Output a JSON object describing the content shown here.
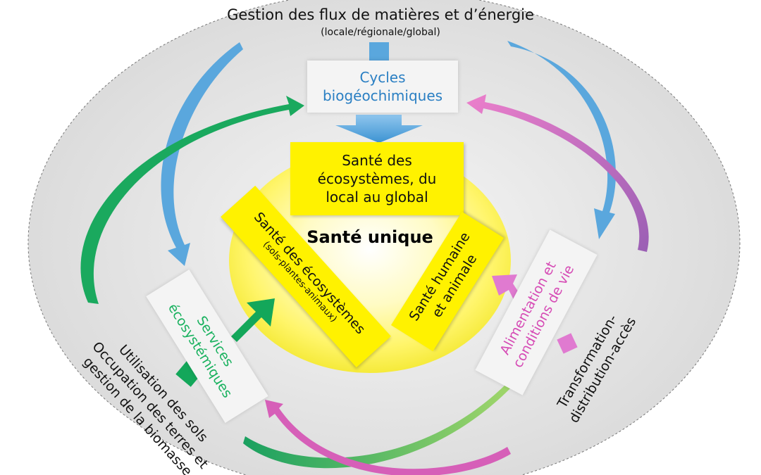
{
  "top": {
    "title": "Gestion des flux de matières et d’énergie",
    "subtitle": "(locale/régionale/global)"
  },
  "cycles": {
    "line1": "Cycles",
    "line2": "biogéochimiques"
  },
  "eco_global": {
    "line1": "Santé des",
    "line2": "écosystèmes, du",
    "line3": "local au global"
  },
  "center": {
    "title": "Santé unique"
  },
  "eco_local": {
    "line1": "Santé des écosystèmes",
    "line2": "(sols-plantes-animaux)"
  },
  "human": {
    "line1": "Santé humaine",
    "line2": "et animale"
  },
  "services": {
    "line1": "Services",
    "line2": "écosystémiques"
  },
  "alimentation": {
    "line1": "Alimentation et",
    "line2": "conditions de vie"
  },
  "land": {
    "line1": "Utilisation des sols",
    "line2": "Occupation des terres et",
    "line3": "gestion de la biomasse"
  },
  "transfo": {
    "line1": "Transformation-",
    "line2": "distribution-accès"
  },
  "colors": {
    "blue": "#4a9fd8",
    "green": "#1aaa5a",
    "pink": "#d84fb0",
    "yellow_box": "#fff200",
    "center_glow": "#fff9a8",
    "ellipse_fill": "#e6e6e6"
  }
}
